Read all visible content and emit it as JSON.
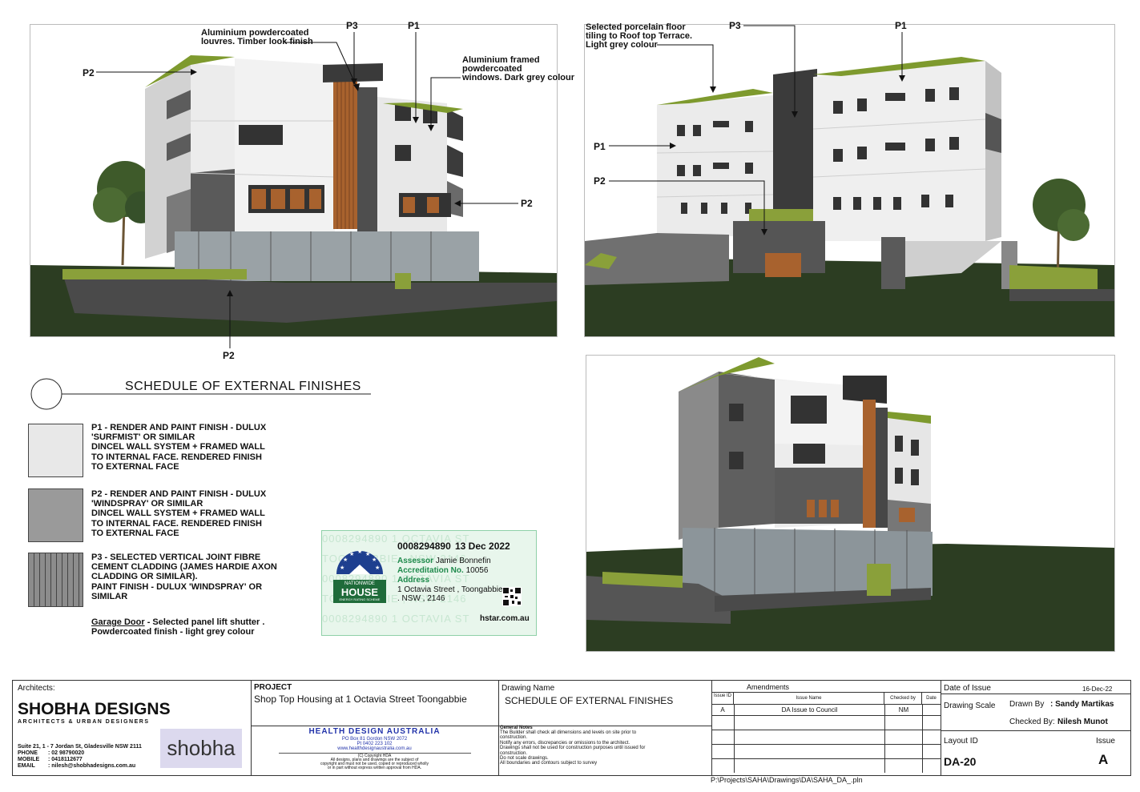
{
  "callouts": {
    "v1_louvres": [
      "Aluminium powdercoated",
      "louvres. Timber look finish"
    ],
    "v1_windows": [
      "Aluminium framed",
      "powdercoated",
      "windows. Dark grey colour"
    ],
    "v2_tiling": [
      "Selected porcelain floor",
      "tiling to Roof top Terrace.",
      "Light grey colour"
    ],
    "p1": "P1",
    "p2": "P2",
    "p3": "P3"
  },
  "schedule": {
    "title": "SCHEDULE OF EXTERNAL FINISHES",
    "items": [
      {
        "swatch_color": "#e8e8e8",
        "lines": [
          "P1 - RENDER AND PAINT FINISH - DULUX",
          "'SURFMIST' OR SIMILAR",
          "DINCEL WALL SYSTEM + FRAMED WALL",
          "TO INTERNAL FACE. RENDERED FINISH",
          "TO EXTERNAL FACE"
        ]
      },
      {
        "swatch_color": "#9a9a9a",
        "lines": [
          "P2 - RENDER AND PAINT FINISH - DULUX",
          "'WINDSPRAY' OR SIMILAR",
          "DINCEL WALL SYSTEM + FRAMED WALL",
          "TO INTERNAL FACE. RENDERED FINISH",
          "TO EXTERNAL FACE"
        ]
      },
      {
        "swatch_color": "#8c8c8c",
        "lines": [
          "P3 - SELECTED VERTICAL JOINT FIBRE",
          "CEMENT CLADDING (JAMES HARDIE AXON",
          "CLADDING OR SIMILAR).",
          "PAINT FINISH - DULUX 'WINDSPRAY' OR",
          "SIMILAR"
        ]
      }
    ],
    "garage_label": "Garage Door",
    "garage_lines": [
      " - Selected panel lift shutter .",
      "Powdercoated finish - light grey colour"
    ]
  },
  "certificate": {
    "number": "0008294890",
    "date": "13 Dec 2022",
    "assessor_label": "Assessor",
    "assessor": "Jamie Bonnefin",
    "accreditation_label": "Accreditation No.",
    "accreditation": "10056",
    "address_label": "Address",
    "address_lines": [
      "1 Octavia Street , Toongabbie",
      ". NSW , 2146"
    ],
    "logo_top": "NATIONWIDE",
    "logo_main": "HOUSE",
    "logo_sub": "ENERGY RATING SCHEME",
    "website": "hstar.com.au",
    "watermark": [
      "0008294890 1 OCTAVIA ST",
      "TOONGABBIE , NSW 2146",
      "0008294890 1 OCTAVIA ST",
      "TOONGABBIE , NSW 2146",
      "0008294890 1 OCTAVIA ST"
    ]
  },
  "title_block": {
    "architects_label": "Architects:",
    "firm_name": "SHOBHA DESIGNS",
    "firm_tagline": "ARCHITECTS & URBAN DESIGNERS",
    "address": "Suite 21, 1 - 7 Jordan St, Gladesville NSW 2111",
    "phone_label": "PHONE",
    "phone": ":   02 98790020",
    "mobile_label": "MOBILE",
    "mobile": ":   0418112677",
    "email_label": "EMAIL",
    "email": ":   nilesh@shobhadesigns.com.au",
    "logo_word": "shobha",
    "project_label": "PROJECT",
    "project_name": "Shop Top Housing at 1 Octavia Street Toongabbie",
    "consultant_name": "HEALTH DESIGN AUSTRALIA",
    "consultant_lines": [
      "PO Box 81 Gordon NSW 2072",
      "Pt 0402 223 102",
      "www.healthdesignaustralia.com.au"
    ],
    "copyright_lines": [
      "(C) Copyright HDA",
      "All designs, plans and drawings are the subject of",
      "copyright and must not be used, copied or reproduced wholly",
      "or in part without express written approval from HDA."
    ],
    "drawing_name_label": "Drawing Name",
    "drawing_name": "SCHEDULE OF EXTERNAL FINISHES",
    "general_notes_label": "General Notes",
    "general_notes": [
      "The Builder shall check all dimensions and levels on site prior to",
      "construction.",
      "Notify any errors, discrepancies or omissions to the architect.",
      "Drawings shall not be used for construction purposes until issued for",
      "construction.",
      "Do not scale drawings.",
      "All boundaries and contours subject to survey"
    ],
    "amendments_label": "Amendments",
    "amend_headers": [
      "Issue ID",
      "Issue Name",
      "Checked by",
      "Date"
    ],
    "amend_rows": [
      [
        "A",
        "DA Issue to Council",
        "NM",
        ""
      ]
    ],
    "date_of_issue_label": "Date of Issue",
    "date_of_issue": "16-Dec-22",
    "drawing_scale_label": "Drawing Scale",
    "drawn_by_label": "Drawn By",
    "drawn_by": ":  Sandy Martikas",
    "checked_by_label": "Checked By:",
    "checked_by": "Nilesh Munot",
    "layout_id_label": "Layout ID",
    "layout_id": "DA-20",
    "issue_label": "Issue",
    "issue": "A",
    "file_path": "P:\\Projects\\SAHA\\Drawings\\DA\\SAHA_DA_.pln"
  }
}
